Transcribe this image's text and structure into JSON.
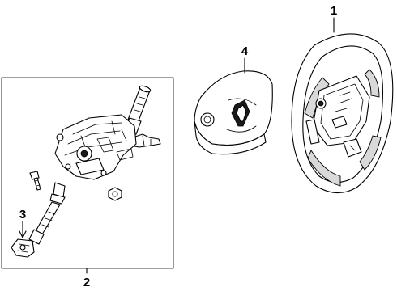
{
  "callouts": {
    "steering_wheel": "1",
    "steering_column": "2",
    "intermediate_shaft": "3",
    "airbag_module": "4"
  }
}
